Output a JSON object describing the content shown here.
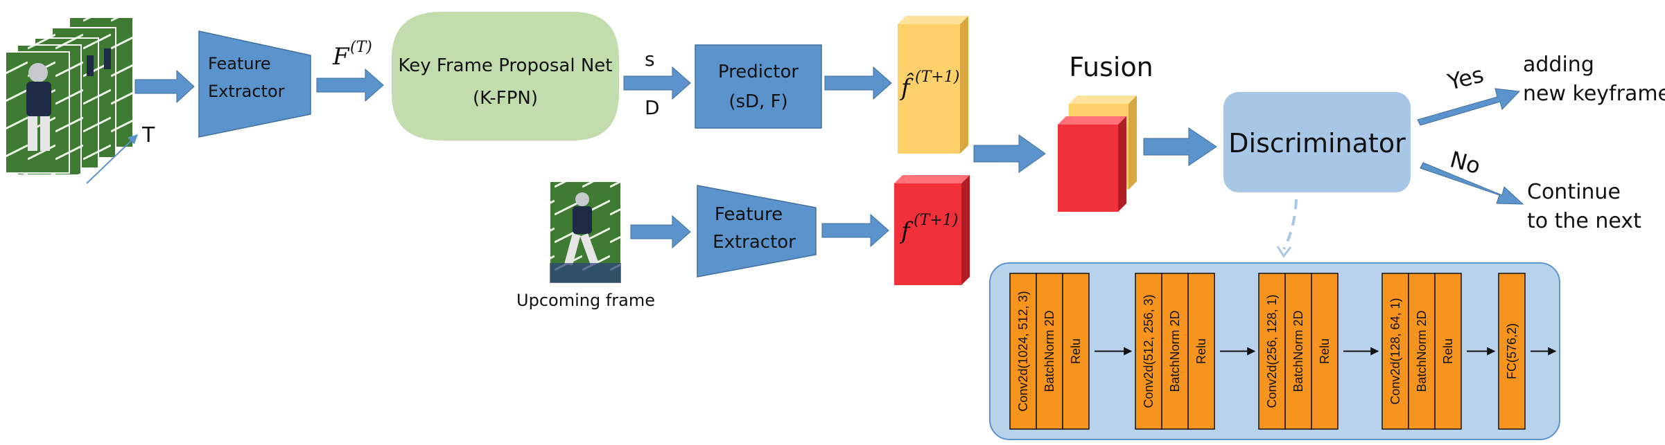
{
  "input": {
    "time_label": "T"
  },
  "top_feature_extractor": {
    "label_line1": "Feature",
    "label_line2": "Extractor"
  },
  "feature_label": {
    "base": "F",
    "sup": "(T)"
  },
  "kfpn": {
    "label_line1": "Key Frame Proposal Net",
    "label_line2": "(K-FPN)"
  },
  "kfpn_outputs": {
    "top": "s",
    "bottom": "D"
  },
  "predictor": {
    "label_line1": "Predictor",
    "label_line2": "(sD, F)"
  },
  "pred_feature": {
    "base": "f̂",
    "sup": "(T+1)"
  },
  "upcoming": {
    "caption": "Upcoming frame"
  },
  "bottom_feature_extractor": {
    "label_line1": "Feature",
    "label_line2": "Extractor"
  },
  "real_feature": {
    "base": "f",
    "sup": "(T+1)"
  },
  "fusion": {
    "label": "Fusion"
  },
  "discriminator": {
    "label": "Discriminator"
  },
  "decision": {
    "yes_label": "Yes",
    "yes_text_line1": "adding",
    "yes_text_line2": "new keyframe",
    "no_label": "No",
    "no_text_line1": "Continue",
    "no_text_line2": "to the next"
  },
  "disc_arch": {
    "blocks": [
      {
        "layers": [
          "Conv2d(1024, 512, 3)",
          "BatchNorm 2D",
          "Relu"
        ]
      },
      {
        "layers": [
          "Conv2d(512, 256, 3)",
          "BatchNorm 2D",
          "Relu"
        ]
      },
      {
        "layers": [
          "Conv2d(256, 128, 1)",
          "BatchNorm 2D",
          "Relu"
        ]
      },
      {
        "layers": [
          "Conv2d(128, 64, 1)",
          "BatchNorm 2D",
          "Relu"
        ]
      },
      {
        "layers": [
          "FC(576,2)"
        ]
      }
    ]
  },
  "colors": {
    "block_blue": "#5b93cc",
    "arrow_blue": "#5b93cc",
    "kfpn_green": "#c3dcae",
    "pred_yellow": "#fdd06a",
    "real_red": "#f0313a",
    "disc_blue": "#a8c6e6",
    "arch_bg": "#b9d2ec",
    "arch_orange": "#f7941d"
  }
}
